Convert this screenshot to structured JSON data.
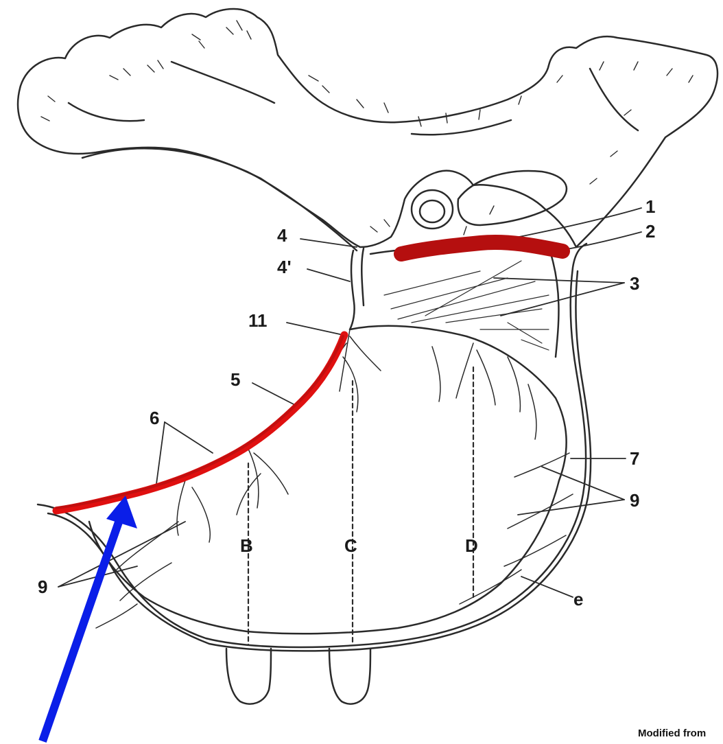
{
  "figure": {
    "labels": {
      "l1": "1",
      "l2": "2",
      "l3": "3",
      "l4": "4",
      "l4p": "4'",
      "l11": "11",
      "l5": "5",
      "l6": "6",
      "l7": "7",
      "l9_right": "9",
      "l9_left": "9",
      "lB": "B",
      "lC": "C",
      "lD": "D",
      "le": "e"
    },
    "credit": "Modified from",
    "colors": {
      "ink": "#2a2a2a",
      "highlight_red": "#b50f0f",
      "highlight_red_bright": "#e01010",
      "arrow_blue": "#0a1ee8"
    }
  }
}
